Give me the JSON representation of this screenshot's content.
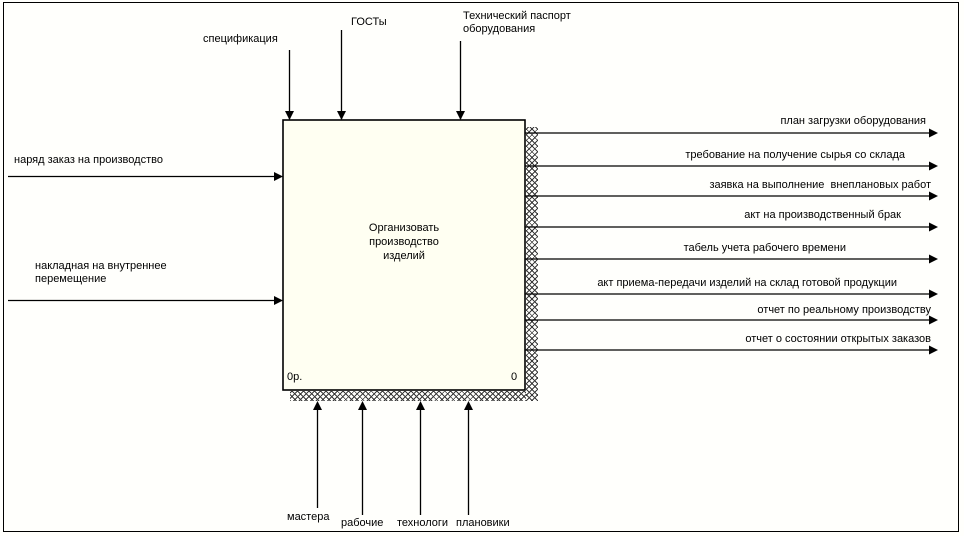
{
  "diagram": {
    "kind": "idef0-context-diagram",
    "colors": {
      "line": "#000000",
      "background": "#FFFFFC",
      "box_fill": "#FFFFF2"
    },
    "box": {
      "title": "Организовать\nпроизводство\nизделий",
      "node_ref": "0р.",
      "node_number": "0"
    },
    "controls": [
      "спецификация",
      "ГОСТы",
      "Технический паспорт\nоборудования"
    ],
    "inputs": [
      "наряд заказ на производство",
      "накладная на внутреннее\nперемещение"
    ],
    "outputs": [
      "план загрузки оборудования",
      "требование на получение сырья со склада",
      "заявка на выполнение  внеплановых работ",
      "акт на производственный брак",
      "табель учета рабочего времени",
      "акт приема-передачи изделий на склад готовой продукции",
      "отчет по реальному производству",
      "отчет о состоянии открытых заказов"
    ],
    "mechanisms": [
      "мастера",
      "рабочие",
      "технологи",
      "плановики"
    ]
  }
}
